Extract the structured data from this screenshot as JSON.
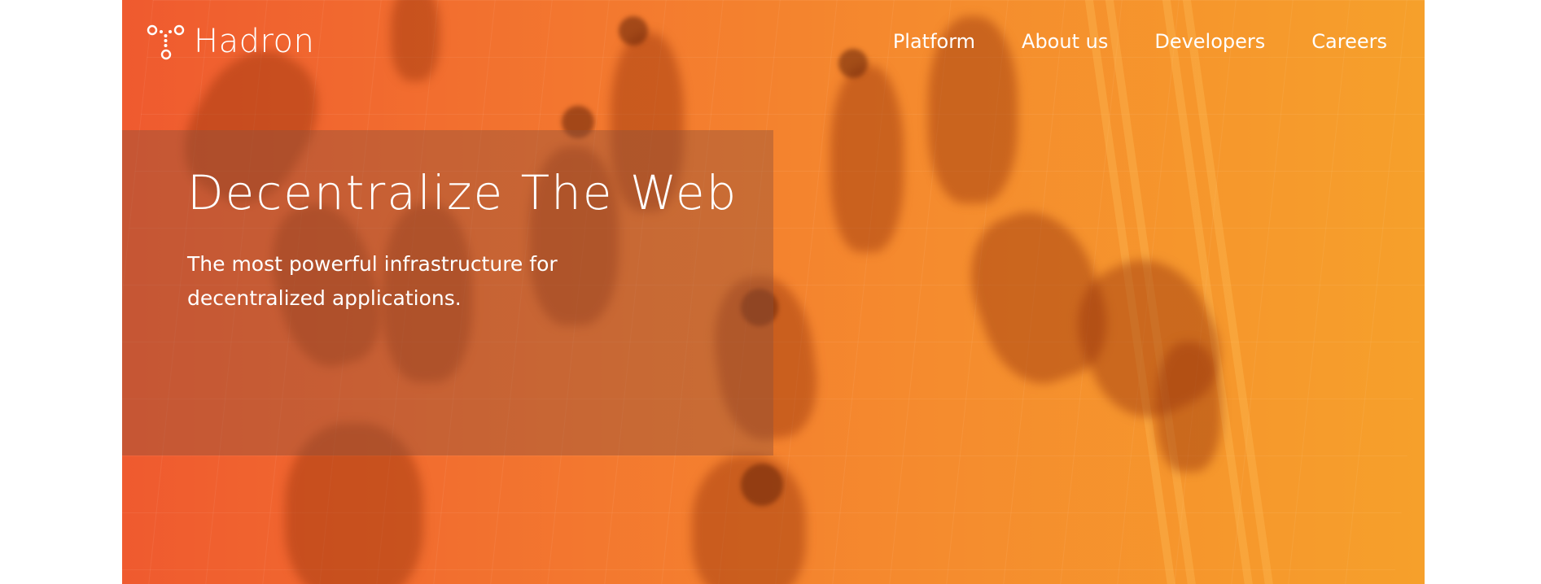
{
  "brand": {
    "name": "Hadron",
    "logo_icon": "hadron-logo-icon"
  },
  "nav": {
    "items": [
      {
        "label": "Platform"
      },
      {
        "label": "About us"
      },
      {
        "label": "Developers"
      },
      {
        "label": "Careers"
      }
    ]
  },
  "hero": {
    "headline": "Decentralize The Web",
    "subtitle": "The most powerful infrastructure for decentralized applications.",
    "gradient_start": "#ef5a2f",
    "gradient_end": "#f6a02b",
    "overlay_color": "#8c503c"
  }
}
